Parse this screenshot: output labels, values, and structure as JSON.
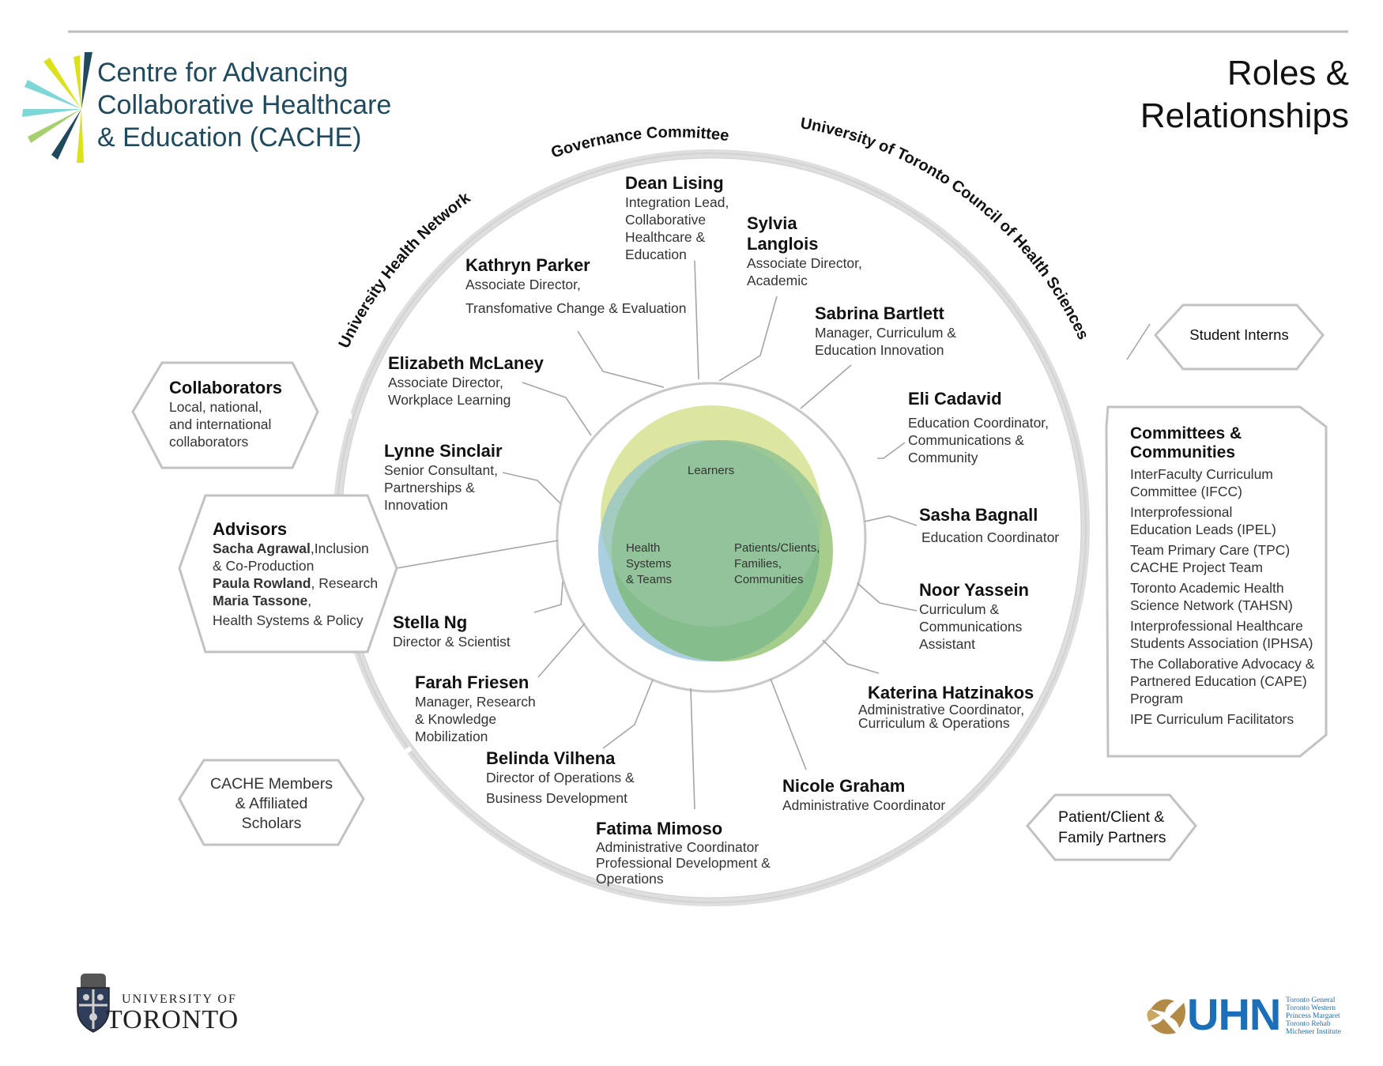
{
  "header": {
    "org_line1": "Centre for Advancing",
    "org_line2": "Collaborative Healthcare",
    "org_line3": "& Education (CACHE)",
    "title_line1": "Roles &",
    "title_line2": "Relationships"
  },
  "ring": {
    "left_arc": "University Health Network",
    "top_arc": "Governance Committee",
    "right_arc": "University of Toronto Council of Health Sciences"
  },
  "venn": {
    "top": "Learners",
    "left": [
      "Health",
      "Systems",
      "& Teams"
    ],
    "right": [
      "Patients/Clients,",
      "Families,",
      "Communities"
    ]
  },
  "people": [
    {
      "name": "Dean Lising",
      "role": [
        "Integration Lead,",
        "Collaborative",
        "Healthcare &",
        "Education"
      ]
    },
    {
      "name": "Sylvia",
      "role": []
    },
    {
      "name": "Langlois",
      "role": [
        "Associate Director,",
        "Academic"
      ]
    },
    {
      "name": "Kathryn Parker",
      "role": [
        "Associate Director,",
        "Transfomative Change & Evaluation"
      ]
    },
    {
      "name": "Sabrina Bartlett",
      "role": [
        "Manager, Curriculum &",
        "Education Innovation"
      ]
    },
    {
      "name": "Elizabeth McLaney",
      "role": [
        "Associate Director,",
        "Workplace Learning"
      ]
    },
    {
      "name": "Eli Cadavid",
      "role": [
        "Education Coordinator,",
        "Communications &",
        "Community"
      ]
    },
    {
      "name": "Lynne Sinclair",
      "role": [
        "Senior Consultant,",
        "Partnerships &",
        "Innovation"
      ]
    },
    {
      "name": "Sasha Bagnall",
      "role": [
        "Education Coordinator"
      ]
    },
    {
      "name": "Noor Yassein",
      "role": [
        "Curriculum &",
        "Communications",
        "Assistant"
      ]
    },
    {
      "name": "Stella Ng",
      "role": [
        "Director & Scientist"
      ]
    },
    {
      "name": "Katerina Hatzinakos",
      "role": [
        "Administrative Coordinator,",
        "Curriculum & Operations"
      ]
    },
    {
      "name": "Farah Friesen",
      "role": [
        "Manager, Research",
        "& Knowledge",
        "Mobilization"
      ]
    },
    {
      "name": "Belinda Vilhena",
      "role": [
        "Director of Operations &",
        "Business Development"
      ]
    },
    {
      "name": "Nicole Graham",
      "role": [
        "Administrative Coordinator"
      ]
    },
    {
      "name": "Fatima Mimoso",
      "role": [
        "Administrative Coordinator",
        "Professional Development &",
        "Operations"
      ]
    }
  ],
  "collaborators": {
    "title": "Collaborators",
    "lines": [
      "Local, national,",
      "and international",
      "collaborators"
    ]
  },
  "advisors": {
    "title": "Advisors",
    "a1_name": "Sacha Agrawal",
    "a1_rest": ",Inclusion",
    "a1_rest2": "& Co-Production",
    "a2_name": "Paula Rowland",
    "a2_rest": ", Research",
    "a3_name": "Maria Tassone",
    "a3_rest": ",",
    "a3_rest2": "Health Systems & Policy"
  },
  "cache_members": {
    "lines": [
      "CACHE Members",
      "& Affiliated",
      "Scholars"
    ]
  },
  "student_interns": {
    "label": "Student Interns"
  },
  "patient_partners": {
    "lines": [
      "Patient/Client &",
      "Family Partners"
    ]
  },
  "committees": {
    "title_line1": "Committees &",
    "title_line2": "Communities",
    "items": [
      [
        "InterFaculty Curriculum",
        "Committee (IFCC)"
      ],
      [
        "Interprofessional",
        "Education Leads (IPEL)"
      ],
      [
        "Team Primary Care (TPC)",
        "CACHE Project Team"
      ],
      [
        "Toronto Academic Health",
        "Science Network (TAHSN)"
      ],
      [
        "Interprofessional Healthcare",
        "Students Association (IPHSA)"
      ],
      [
        "The Collaborative Advocacy &",
        "Partnered  Education  (CAPE)",
        "Program"
      ],
      [
        "IPE Curriculum Facilitators"
      ]
    ]
  },
  "footer": {
    "uoft_line1": "UNIVERSITY OF",
    "uoft_line2": "TORONTO",
    "uhn_text": "UHN",
    "uhn_sites": [
      "Toronto General",
      "Toronto Western",
      "Princess Margaret",
      "Toronto Rehab",
      "Michener Institute"
    ]
  },
  "colors": {
    "ring": "#dedede",
    "org_text": "#1f4a5e",
    "venn_learners": "#dde6a0",
    "venn_health": "#a9cfe0",
    "venn_patients": "#a7cd8c",
    "uhn_blue": "#1a6fb8",
    "uhn_gold": "#b28a45"
  }
}
